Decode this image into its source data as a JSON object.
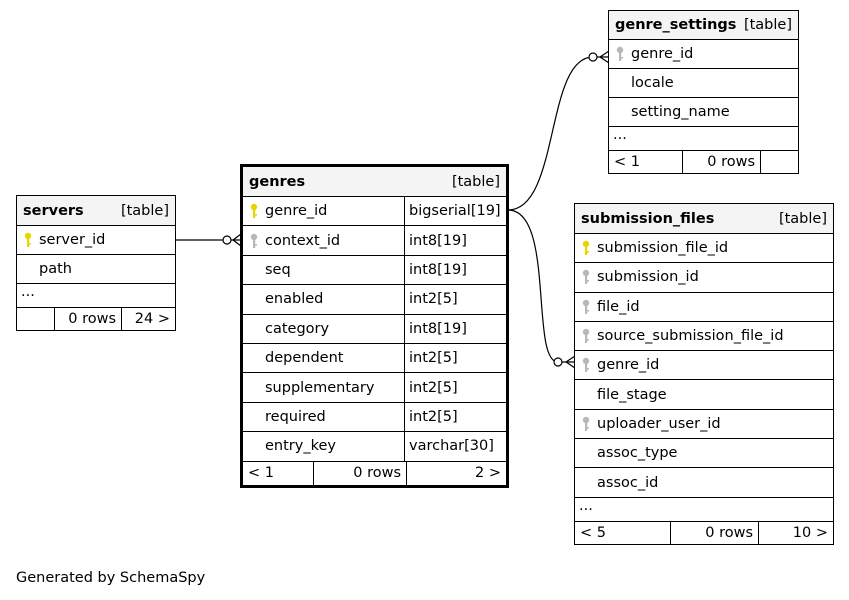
{
  "tables": {
    "servers": {
      "name": "servers",
      "kind": "[table]",
      "columns": [
        {
          "name": "server_id",
          "key": "primary"
        },
        {
          "name": "path",
          "key": "none"
        }
      ],
      "ellipsis": "...",
      "footer": {
        "prev": "",
        "rows": "0 rows",
        "next": "24 >"
      }
    },
    "genres": {
      "name": "genres",
      "kind": "[table]",
      "columns": [
        {
          "name": "genre_id",
          "type": "bigserial[19]",
          "key": "primary"
        },
        {
          "name": "context_id",
          "type": "int8[19]",
          "key": "foreign"
        },
        {
          "name": "seq",
          "type": "int8[19]",
          "key": "none"
        },
        {
          "name": "enabled",
          "type": "int2[5]",
          "key": "none"
        },
        {
          "name": "category",
          "type": "int8[19]",
          "key": "none"
        },
        {
          "name": "dependent",
          "type": "int2[5]",
          "key": "none"
        },
        {
          "name": "supplementary",
          "type": "int2[5]",
          "key": "none"
        },
        {
          "name": "required",
          "type": "int2[5]",
          "key": "none"
        },
        {
          "name": "entry_key",
          "type": "varchar[30]",
          "key": "none"
        }
      ],
      "footer": {
        "prev": "< 1",
        "rows": "0 rows",
        "next": "2 >"
      }
    },
    "genre_settings": {
      "name": "genre_settings",
      "kind": "[table]",
      "columns": [
        {
          "name": "genre_id",
          "key": "foreign"
        },
        {
          "name": "locale",
          "key": "none"
        },
        {
          "name": "setting_name",
          "key": "none"
        }
      ],
      "ellipsis": "...",
      "footer": {
        "prev": "< 1",
        "rows": "0 rows",
        "next": ""
      }
    },
    "submission_files": {
      "name": "submission_files",
      "kind": "[table]",
      "columns": [
        {
          "name": "submission_file_id",
          "key": "primary"
        },
        {
          "name": "submission_id",
          "key": "foreign"
        },
        {
          "name": "file_id",
          "key": "foreign"
        },
        {
          "name": "source_submission_file_id",
          "key": "foreign"
        },
        {
          "name": "genre_id",
          "key": "foreign"
        },
        {
          "name": "file_stage",
          "key": "none"
        },
        {
          "name": "uploader_user_id",
          "key": "foreign"
        },
        {
          "name": "assoc_type",
          "key": "none"
        },
        {
          "name": "assoc_id",
          "key": "none"
        }
      ],
      "ellipsis": "...",
      "footer": {
        "prev": "< 5",
        "rows": "0 rows",
        "next": "10 >"
      }
    }
  },
  "colors": {
    "primary_key": "#e8d400",
    "foreign_key": "#b8b8b8",
    "header_bg": "#f4f4f4"
  },
  "footer_text": "Generated by SchemaSpy"
}
